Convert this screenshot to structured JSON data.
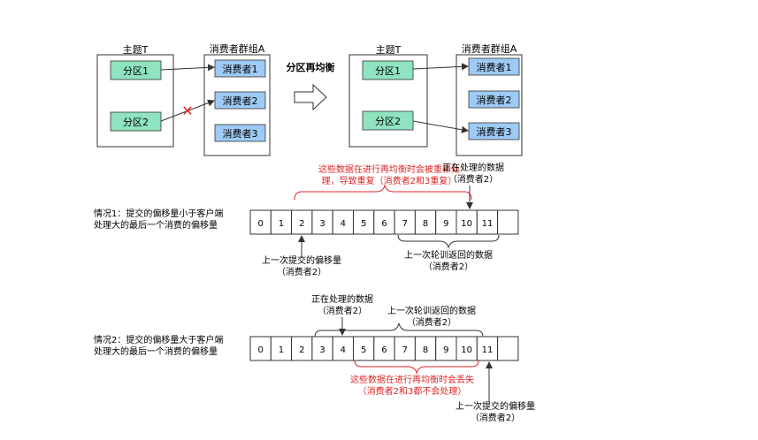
{
  "top": {
    "before": {
      "topic_label": "主题T",
      "group_label": "消费者群组A",
      "partitions": [
        "分区1",
        "分区2"
      ],
      "consumers": [
        "消费者1",
        "消费者2",
        "消费者3"
      ],
      "broken_mark": "✕"
    },
    "rebalance_label": "分区再均衡",
    "after": {
      "topic_label": "主题T",
      "group_label": "消费者群组A",
      "partitions": [
        "分区1",
        "分区2"
      ],
      "consumers": [
        "消费者1",
        "消费者2",
        "消费者3"
      ]
    }
  },
  "case1": {
    "desc": [
      "情况1：提交的偏移量小于客户端",
      "处理大的最后一个消费的偏移量"
    ],
    "cells": [
      "0",
      "1",
      "2",
      "3",
      "4",
      "5",
      "6",
      "7",
      "8",
      "9",
      "10",
      "11",
      ""
    ],
    "red_note": [
      "这些数据在进行再均衡时会被重新处",
      "理，导致重复（消费者2和3重复）"
    ],
    "processing_note": [
      "正在处理的数据",
      "（消费者2）"
    ],
    "committed_note": [
      "上一次提交的偏移量",
      "（消费者2）"
    ],
    "poll_note": [
      "上一次轮训返回的数据",
      "（消费者2）"
    ]
  },
  "case2": {
    "desc": [
      "情况2：提交的偏移量大于客户端",
      "处理大的最后一个消费的偏移量"
    ],
    "cells": [
      "0",
      "1",
      "2",
      "3",
      "4",
      "5",
      "6",
      "7",
      "8",
      "9",
      "10",
      "11",
      ""
    ],
    "processing_note": [
      "正在处理的数据",
      "（消费者2）"
    ],
    "poll_note": [
      "上一次轮训返回的数据",
      "（消费者2）"
    ],
    "red_note": [
      "这些数据在进行再均衡时会丢失",
      "（消费者2和3都不会处理）"
    ],
    "committed_note": [
      "上一次提交的偏移量",
      "（消费者2）"
    ]
  },
  "colors": {
    "partition_fill": "#8fe3bf",
    "consumer_fill": "#9ecbf5",
    "box_border": "#333333",
    "red": "#e02424"
  }
}
